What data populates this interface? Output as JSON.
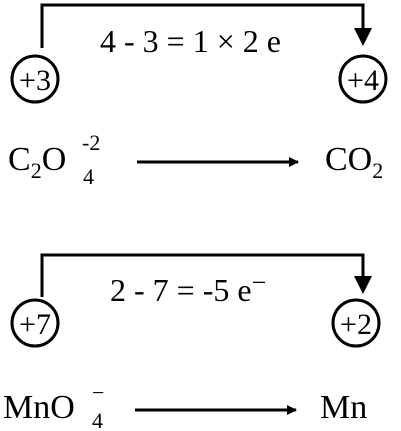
{
  "reaction1": {
    "equation": "4 - 3 = 1 × 2 e",
    "ox_left": "+3",
    "ox_right": "+4",
    "reactant": {
      "a": "C",
      "a_sub": "2",
      "b": "O",
      "b_sub": "4",
      "charge": "-2"
    },
    "product": {
      "a": "CO",
      "a_sub": "2"
    }
  },
  "reaction2": {
    "equation": "2 - 7 = -5 e",
    "equation_sup": "−",
    "ox_left": "+7",
    "ox_right": "+2",
    "reactant": {
      "a": "MnO",
      "sub": "4",
      "charge": "−"
    },
    "product": "Mn"
  }
}
